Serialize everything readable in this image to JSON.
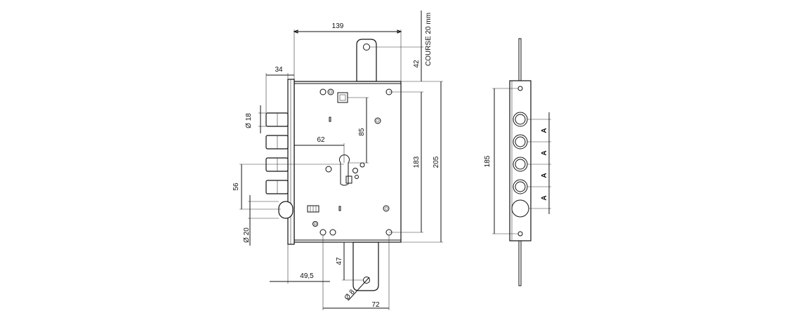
{
  "colors": {
    "line": "#111111",
    "background": "#ffffff"
  },
  "front_view": {
    "dimensions": {
      "width_top": "139",
      "backset_bolts": "34",
      "bolt_diameter": "Ø 18",
      "spindle_to_cylinder": "85",
      "cylinder_offset": "62",
      "spacing_56": "56",
      "deadbolt_diameter": "Ø 20",
      "height_183": "183",
      "height_205": "205",
      "top_extension": "42",
      "stroke_note": "COURSE 20 mm",
      "bottom_extension": "47",
      "hole_diameter": "Ø 8",
      "backset_bottom": "49,5",
      "bottom_width": "72"
    }
  },
  "side_view": {
    "dimensions": {
      "height_185": "185",
      "pitch_labels": [
        "A",
        "A",
        "A",
        "A"
      ]
    }
  }
}
